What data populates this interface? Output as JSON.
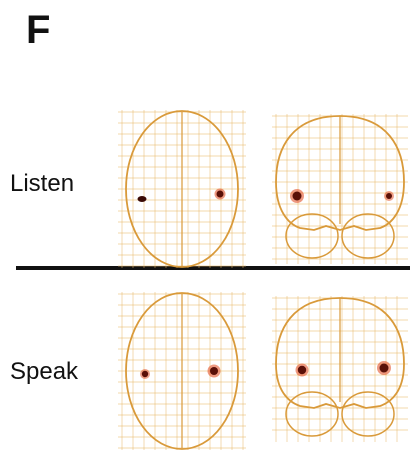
{
  "panel_letter": "F",
  "rows": [
    {
      "label": "Listen"
    },
    {
      "label": "Speak"
    }
  ],
  "colors": {
    "grid": "#e8b96a",
    "outline": "#d99a3a",
    "blob_core": "#5a1008",
    "blob_glow": "#e0461a",
    "divider": "#111111",
    "text": "#111111"
  },
  "icons": [
    "axial-brain-icon",
    "coronal-brain-icon"
  ]
}
